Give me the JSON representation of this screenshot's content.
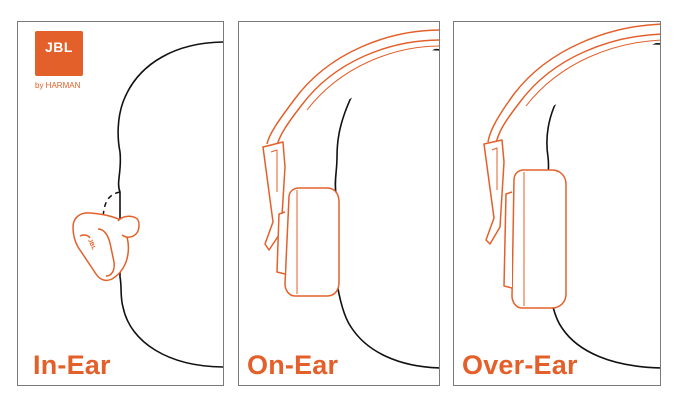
{
  "brand": {
    "logo_text": "JBL",
    "logo_subtext": "by HARMAN",
    "accent_color": "#e3602a"
  },
  "panels": [
    {
      "caption": "In-Ear",
      "illustration": "earbud-icon"
    },
    {
      "caption": "On-Ear",
      "illustration": "on-ear-headphone-icon"
    },
    {
      "caption": "Over-Ear",
      "illustration": "over-ear-headphone-icon"
    }
  ]
}
